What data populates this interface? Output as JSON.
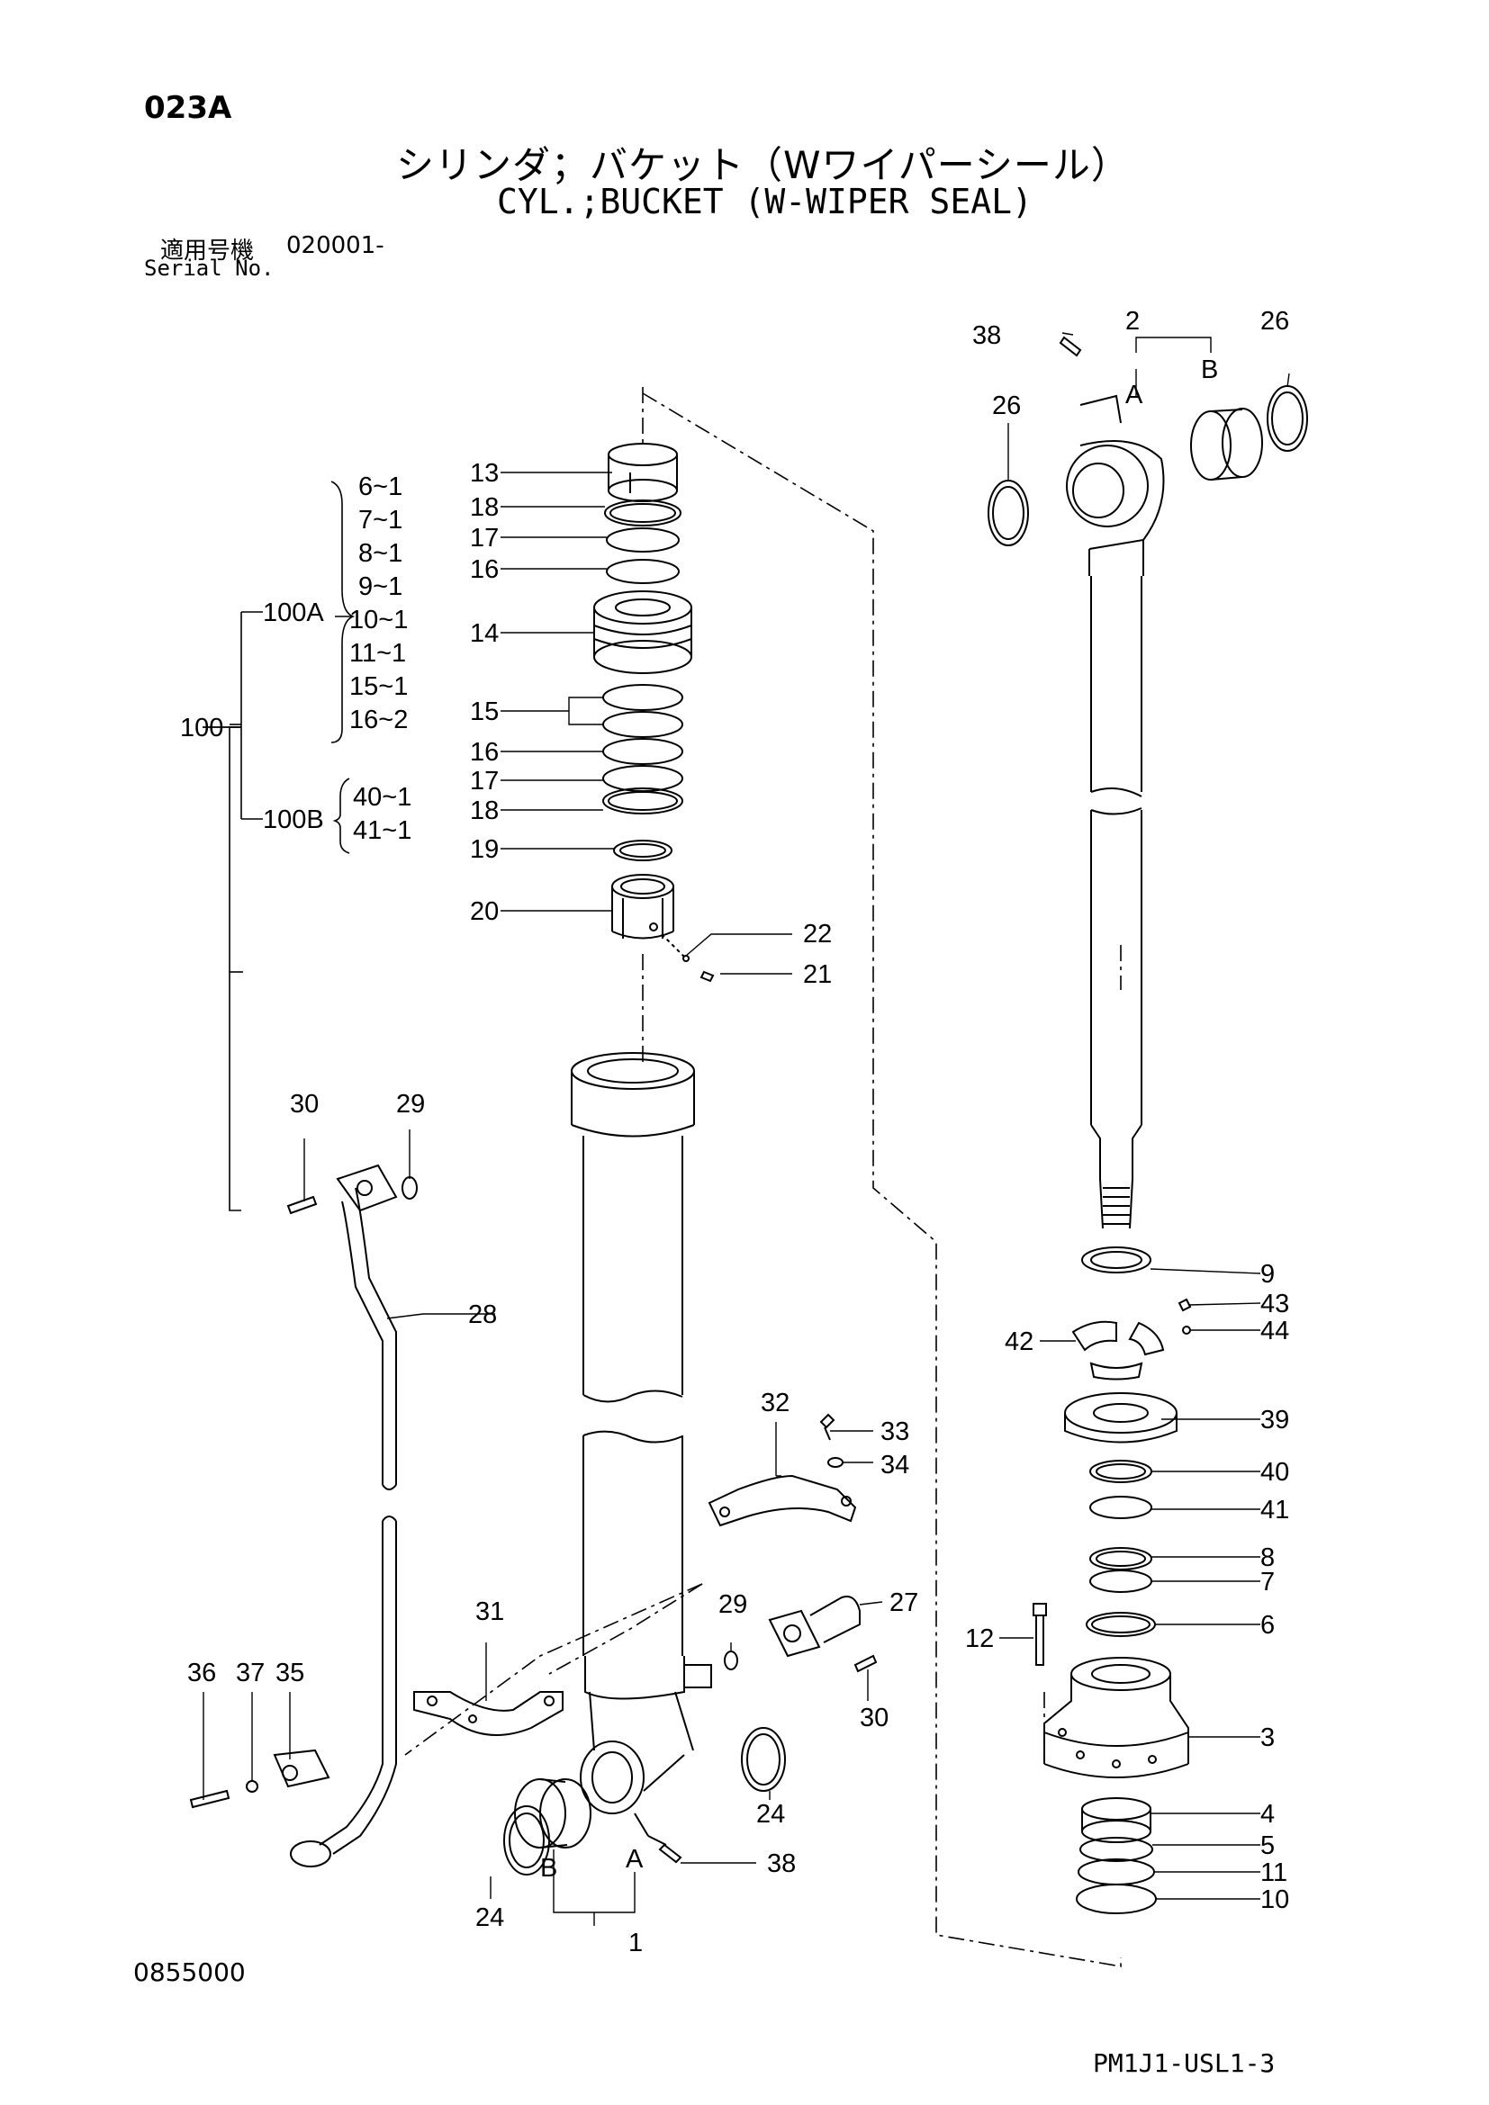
{
  "header": {
    "page_code": "023A",
    "title_jp": "シリンダ；バケット（Wワイパーシール）",
    "title_en": "CYL.;BUCKET (W-WIPER SEAL)",
    "serial_label_jp": "適用号機",
    "serial_label_en": "Serial No.",
    "serial_value": "020001-"
  },
  "footer": {
    "left_code": "0855000",
    "right_code": "PM1J1-USL1-3"
  },
  "kit_tree": {
    "root": "100",
    "kit_a": "100A",
    "kit_b": "100B",
    "kit_a_items": [
      "6~1",
      "7~1",
      "8~1",
      "9~1",
      "10~1",
      "11~1",
      "15~1",
      "16~2"
    ],
    "kit_b_items": [
      "40~1",
      "41~1"
    ]
  },
  "callouts": {
    "c13": "13",
    "c18a": "18",
    "c17a": "17",
    "c16a": "16",
    "c14": "14",
    "c15": "15",
    "c16b": "16",
    "c17b": "17",
    "c18b": "18",
    "c19": "19",
    "c20": "20",
    "c22": "22",
    "c21": "21",
    "c30a": "30",
    "c29a": "29",
    "c28": "28",
    "c32": "32",
    "c33": "33",
    "c34": "34",
    "c31": "31",
    "c29b": "29",
    "c27": "27",
    "c30b": "30",
    "c36": "36",
    "c37": "37",
    "c35": "35",
    "c24a": "24",
    "c24b": "24",
    "cB1": "B",
    "cA1": "A",
    "c38b": "38",
    "c1": "1",
    "c38a": "38",
    "c2": "2",
    "c26a": "26",
    "c26b": "26",
    "cA2": "A",
    "cB2": "B",
    "c9": "9",
    "c43": "43",
    "c44": "44",
    "c42": "42",
    "c39": "39",
    "c40": "40",
    "c41": "41",
    "c8": "8",
    "c7": "7",
    "c6": "6",
    "c12": "12",
    "c3": "3",
    "c4": "4",
    "c5": "5",
    "c11": "11",
    "c10": "10"
  }
}
